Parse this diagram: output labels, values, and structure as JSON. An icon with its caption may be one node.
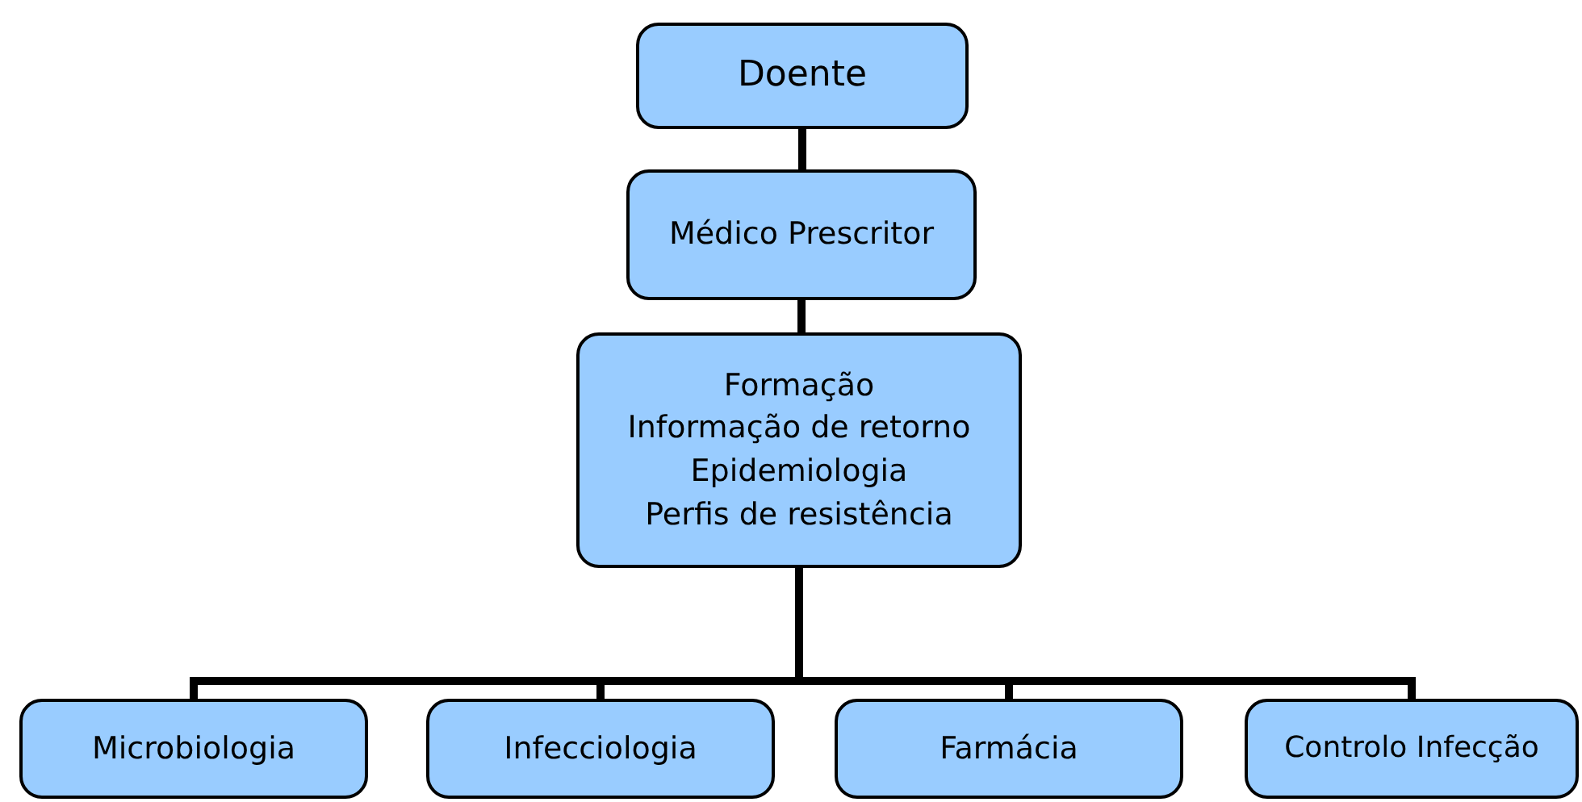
{
  "diagram": {
    "nodes": [
      {
        "text": [
          "Doente"
        ]
      },
      {
        "text": [
          "Médico Prescritor"
        ]
      },
      {
        "text": [
          "Formação",
          "Informação de retorno",
          "Epidemiologia",
          "Perfis de resistência"
        ]
      },
      {
        "text": [
          "Microbiologia"
        ]
      },
      {
        "text": [
          "Infecciologia"
        ]
      },
      {
        "text": [
          "Farmácia"
        ]
      },
      {
        "text": [
          "Controlo Infecção"
        ]
      }
    ],
    "edges": [
      {
        "from": 0,
        "to": 1,
        "arrow": "none"
      },
      {
        "from": 1,
        "to": 2,
        "arrow": "none"
      },
      {
        "from": 2,
        "to": 3,
        "arrow": "none"
      },
      {
        "from": 2,
        "to": 4,
        "arrow": "none"
      },
      {
        "from": 2,
        "to": 5,
        "arrow": "none"
      },
      {
        "from": 2,
        "to": 6,
        "arrow": "none"
      }
    ]
  }
}
